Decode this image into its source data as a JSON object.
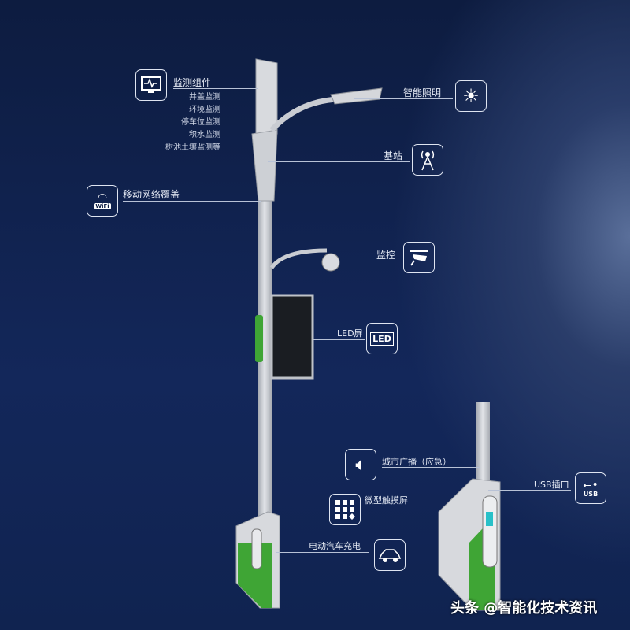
{
  "labels": {
    "monitoring": "监测组件",
    "monitoring_items": [
      "井盖监测",
      "环境监测",
      "停车位监测",
      "积水监测",
      "树池土壤监测等"
    ],
    "mobile_network": "移动网络覆盖",
    "smart_lighting": "智能照明",
    "base_station": "基站",
    "surveillance": "监控",
    "led_screen": "LED屏",
    "broadcast": "城市广播（应急）",
    "touch_screen": "微型触摸屏",
    "ev_charging": "电动汽车充电",
    "usb_port": "USB插口"
  },
  "icons": {
    "monitoring": "monitor-pulse-icon",
    "wifi": "wifi-icon",
    "wifi_text": "WiFi",
    "sun": "sun-icon",
    "antenna": "antenna-tower-icon",
    "camera": "cctv-camera-icon",
    "led": "led-icon",
    "led_text": "LED",
    "speaker": "speaker-icon",
    "keypad": "keypad-icon",
    "car": "ev-car-icon",
    "usb": "usb-icon",
    "usb_text": "USB"
  },
  "colors": {
    "background": "#0f1f45",
    "pole": "#c9ccd2",
    "accent_green": "#3fa535"
  },
  "watermark": "头条 @智能化技术资讯"
}
